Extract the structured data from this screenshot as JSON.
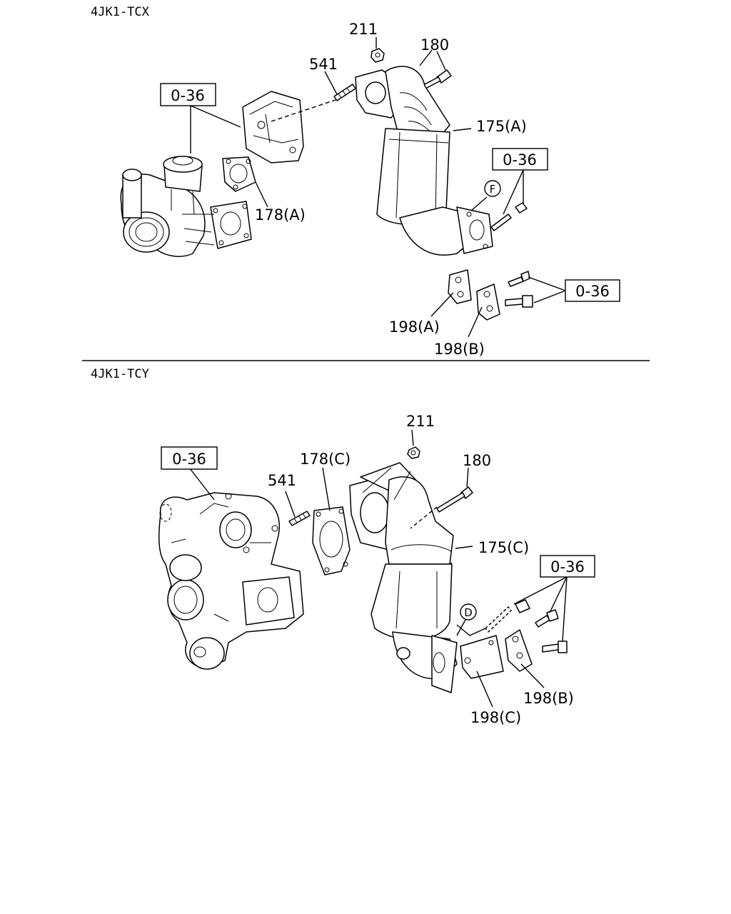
{
  "sections": [
    {
      "header": "4JK1-TCX",
      "labels": {
        "nut": "211",
        "bolt": "180",
        "stud": "541",
        "converter": "175(A)",
        "gasket": "178(A)",
        "bracket_a": "198(A)",
        "bracket_b": "198(B)",
        "circle_ref": "F"
      },
      "refs": [
        "0-36",
        "0-36",
        "0-36"
      ]
    },
    {
      "header": "4JK1-TCY",
      "labels": {
        "nut": "211",
        "bolt": "180",
        "stud": "541",
        "gasket": "178(C)",
        "converter": "175(C)",
        "bracket_b": "198(B)",
        "bracket_c": "198(C)",
        "circle_ref": "D"
      },
      "refs": [
        "0-36",
        "0-36"
      ]
    }
  ]
}
